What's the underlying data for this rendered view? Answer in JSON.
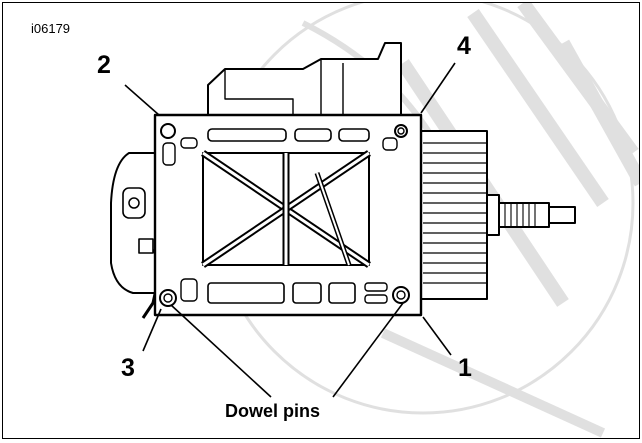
{
  "figure": {
    "id": "i06179",
    "callouts": {
      "c1": "1",
      "c2": "2",
      "c3": "3",
      "c4": "4"
    },
    "caption": "Dowel pins"
  },
  "colors": {
    "line": "#000000",
    "background": "#ffffff",
    "watermark": "#c8c8c8"
  }
}
